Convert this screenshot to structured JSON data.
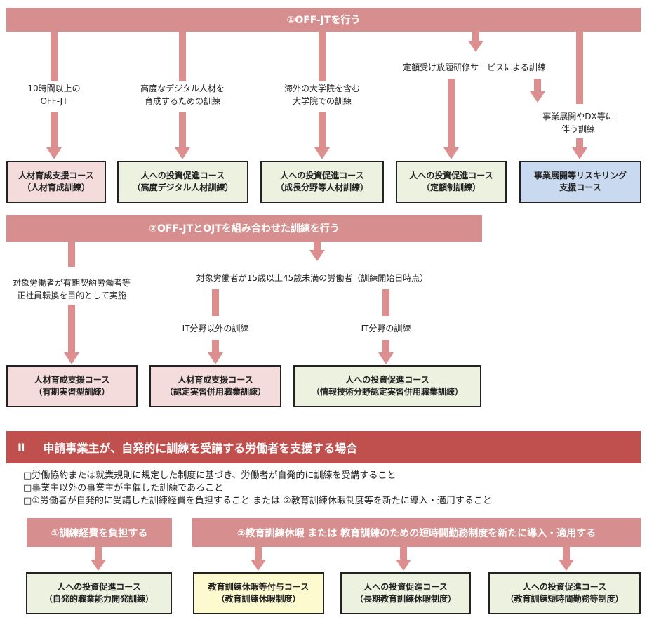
{
  "section1": {
    "band1": "①OFF-JTを行う",
    "labels": {
      "l1": [
        "10時間以上の",
        "OFF-JT"
      ],
      "l2": [
        "高度なデジタル人材を",
        "育成するための訓練"
      ],
      "l3": [
        "海外の大学院を含む",
        "大学院での訓練"
      ],
      "l4": [
        "定額受け放題研修サービスによる訓練"
      ],
      "l5": [
        "事業展開やDX等に",
        "伴う訓練"
      ]
    },
    "boxes": {
      "b1": [
        "人材育成支援コース",
        "（人材育成訓練）"
      ],
      "b2": [
        "人への投資促進コース",
        "（高度デジタル人材訓練）"
      ],
      "b3": [
        "人への投資促進コース",
        "（成長分野等人材訓練）"
      ],
      "b4": [
        "人への投資促進コース",
        "（定額制訓練）"
      ],
      "b5": [
        "事業展開等リスキリング",
        "支援コース"
      ]
    },
    "band2": "②OFF-JTとOJTを組み合わせた訓練を行う",
    "labels2": {
      "l6": [
        "対象労働者が有期契約労働者等",
        "正社員転換を目的として実施"
      ],
      "l7": [
        "対象労働者が15歳以上45歳未満の労働者（訓練開始日時点）"
      ],
      "l8": [
        "IT分野以外の訓練"
      ],
      "l9": [
        "IT分野の訓練"
      ]
    },
    "boxes2": {
      "b6": [
        "人材育成支援コース",
        "（有期実習型訓練）"
      ],
      "b7": [
        "人材育成支援コース",
        "（認定実習併用職業訓練）"
      ],
      "b8": [
        "人への投資促進コース",
        "（情報技術分野認定実習併用職業訓練）"
      ]
    }
  },
  "section2": {
    "number": "Ⅱ",
    "title": "申請事業主が、自発的に訓練を受講する労働者を支援する場合",
    "conditions": [
      "□労働協約または就業規則に規定した制度に基づき、労働者が自発的に訓練を受講すること",
      "□事業主以外の事業主が主催した訓練であること",
      "□①労働者が自発的に受講した訓練経費を負担すること または ②教育訓練休暇制度等を新たに導入・適用すること"
    ],
    "band3": "①訓練経費を負担する",
    "band4": "②教育訓練休暇 または 教育訓練のための短時間勤務制度を新たに導入・適用する",
    "boxes": {
      "b9": [
        "人への投資促進コース",
        "（自発的職業能力開発訓練）"
      ],
      "b10": [
        "教育訓練休暇等付与コース",
        "（教育訓練休暇制度）"
      ],
      "b11": [
        "人への投資促進コース",
        "（長期教育訓練休暇制度）"
      ],
      "b12": [
        "人への投資促進コース",
        "（教育訓練短時間勤務等制度）"
      ]
    }
  },
  "colors": {
    "band": "#d78e8e",
    "arrow": "#dd8f8f",
    "section_header": "#c0504d",
    "box_pink": "#f4dcdc",
    "box_green": "#edf1e0",
    "box_blue": "#c9d9ef",
    "box_yellow": "#fdfad0"
  }
}
